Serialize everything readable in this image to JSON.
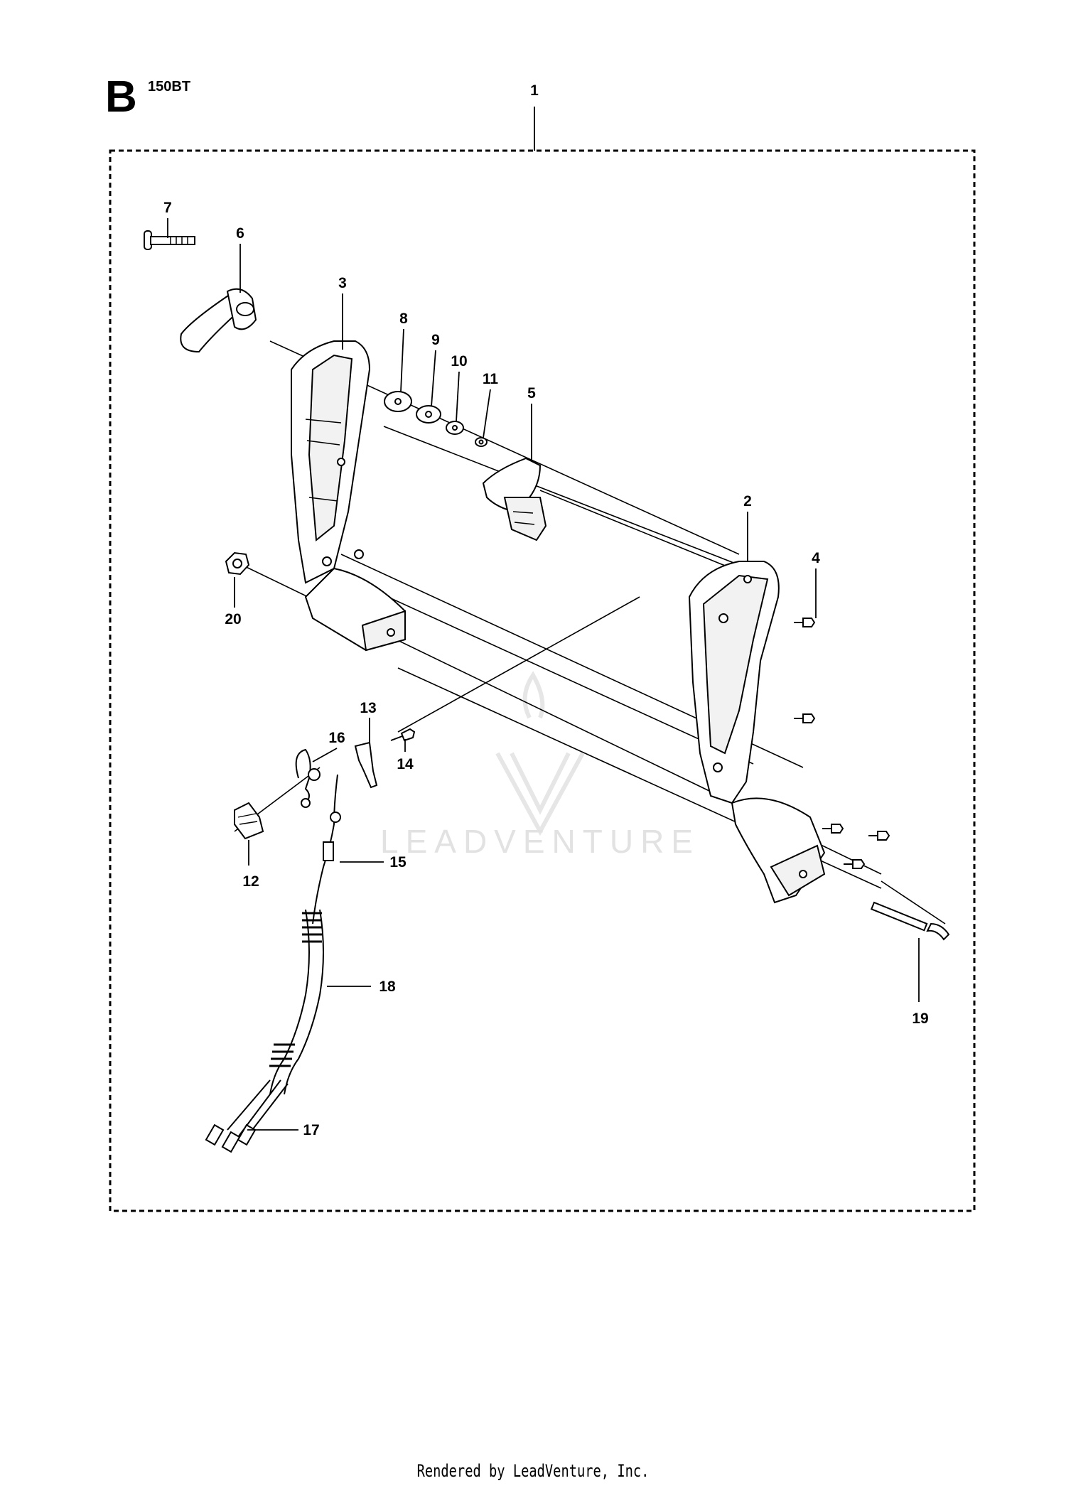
{
  "header": {
    "section_letter": "B",
    "model": "150BT"
  },
  "watermark": {
    "text": "LEADVENTURE"
  },
  "footer": {
    "text": "Rendered by LeadVenture, Inc."
  },
  "callouts": [
    "1",
    "2",
    "3",
    "4",
    "5",
    "6",
    "7",
    "8",
    "9",
    "10",
    "11",
    "12",
    "13",
    "14",
    "15",
    "16",
    "17",
    "18",
    "19",
    "20"
  ]
}
